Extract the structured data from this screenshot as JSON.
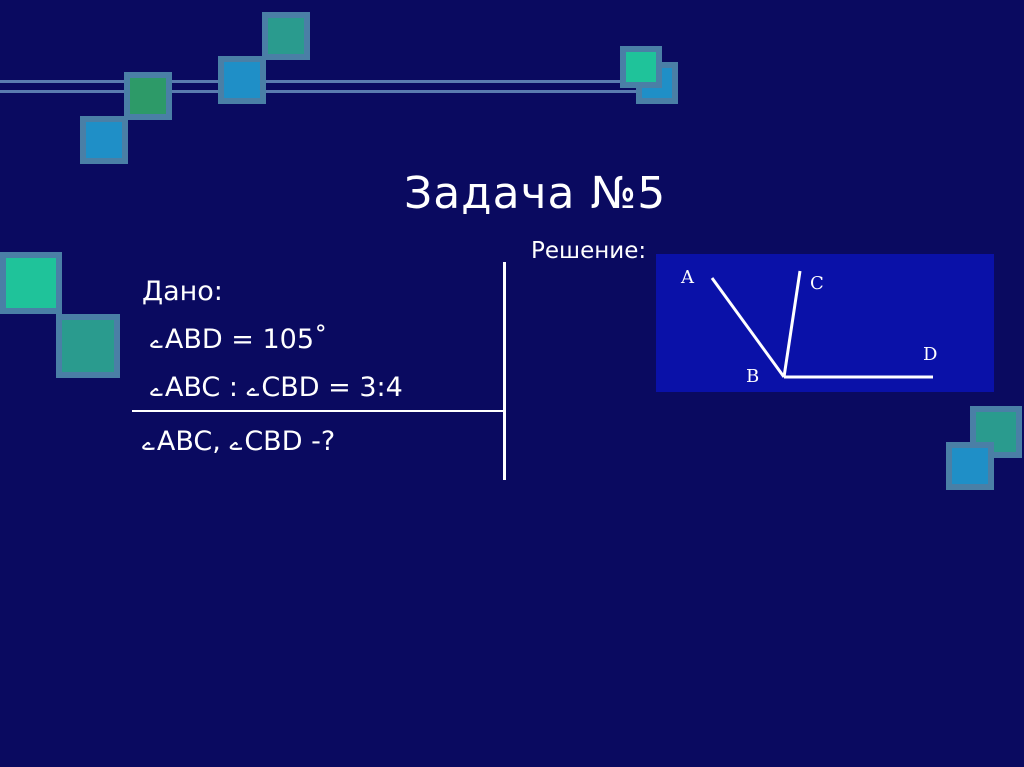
{
  "slide": {
    "title": "Задача №5",
    "solution_label": "Решение:",
    "given_label": "Дано:",
    "given_1": "ABD = 105˚",
    "given_2a": "ABC : ",
    "given_2b": "CBD = 3:4",
    "find_a": "ABC, ",
    "find_b": "CBD -?",
    "angle_symbol": "ے"
  },
  "diagram": {
    "labels": {
      "a": "A",
      "b": "B",
      "c": "C",
      "d": "D"
    }
  },
  "colors": {
    "background": "#0a0a60",
    "diagram_background": "#0a11a8",
    "text": "#ffffff"
  }
}
